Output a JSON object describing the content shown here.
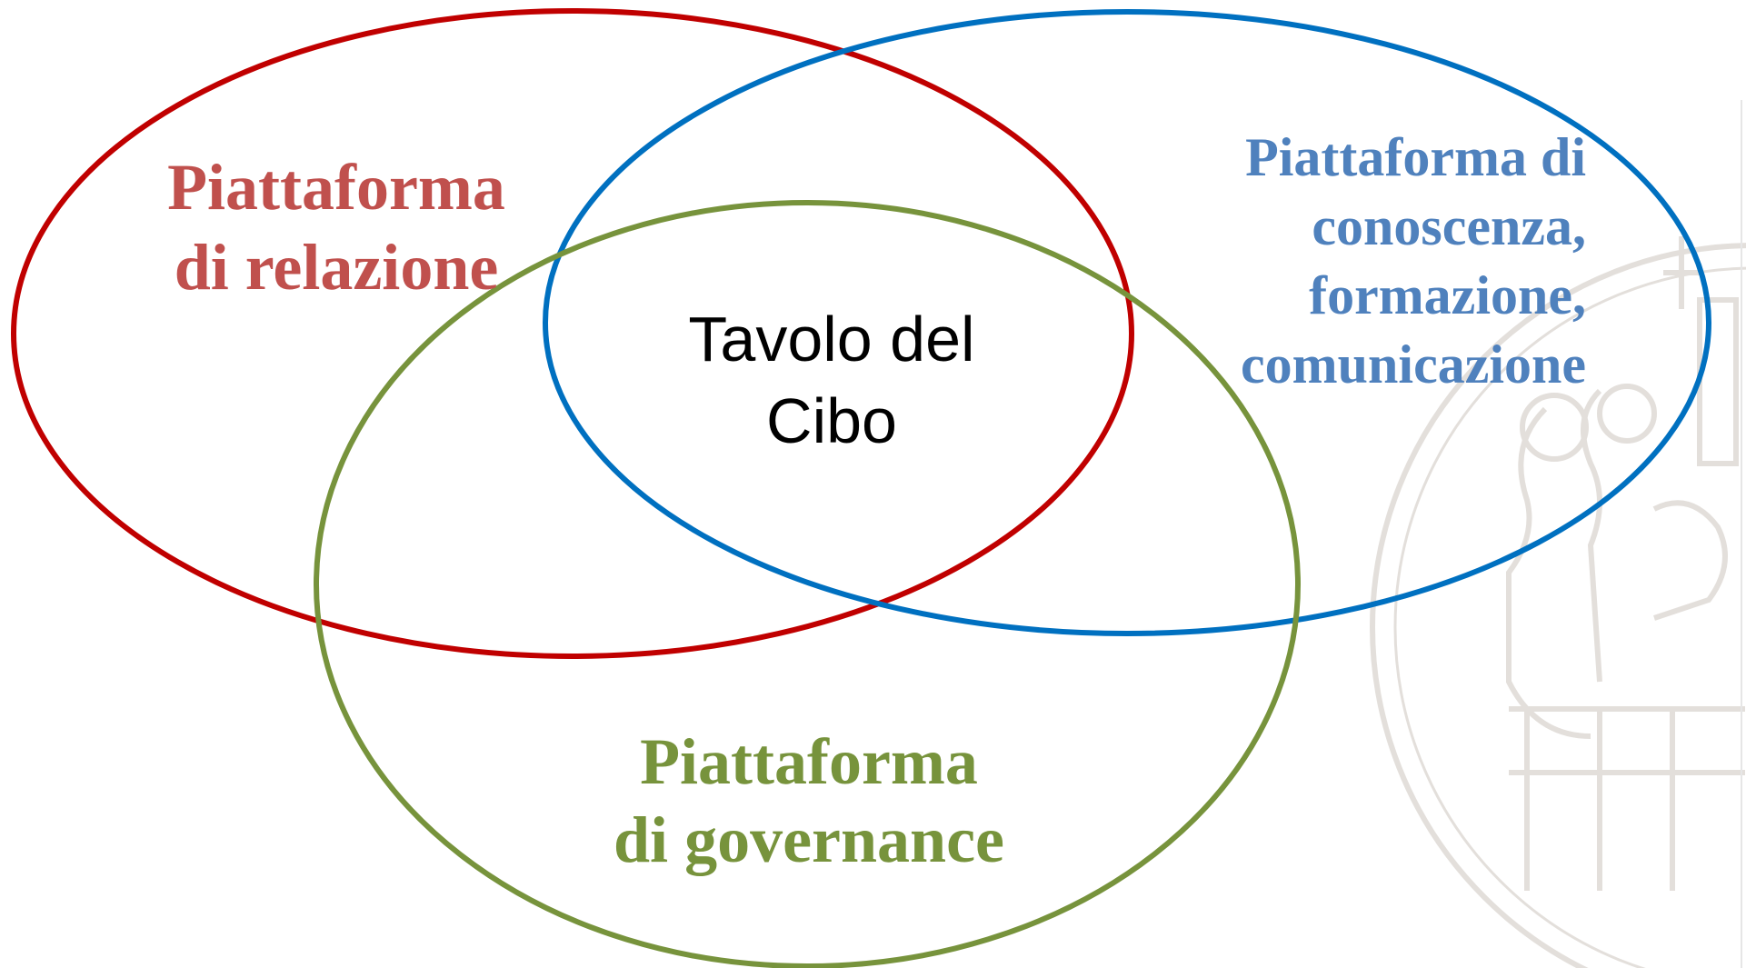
{
  "diagram": {
    "center": {
      "line1": "Tavolo del",
      "line2": "Cibo",
      "color": "#000000"
    },
    "circles": [
      {
        "key": "relazione",
        "lines": [
          "Piattaforma",
          "di relazione"
        ],
        "stroke_color": "#c00000",
        "text_color": "#c0504d"
      },
      {
        "key": "conoscenza",
        "lines": [
          "Piattaforma di",
          "conoscenza,",
          "formazione,",
          "comunicazione"
        ],
        "stroke_color": "#0070c0",
        "text_color": "#4f81bd"
      },
      {
        "key": "governance",
        "lines": [
          "Piattaforma",
          "di governance"
        ],
        "stroke_color": "#77933c",
        "text_color": "#77933c"
      }
    ],
    "seal_color": "#e3dfdb"
  }
}
